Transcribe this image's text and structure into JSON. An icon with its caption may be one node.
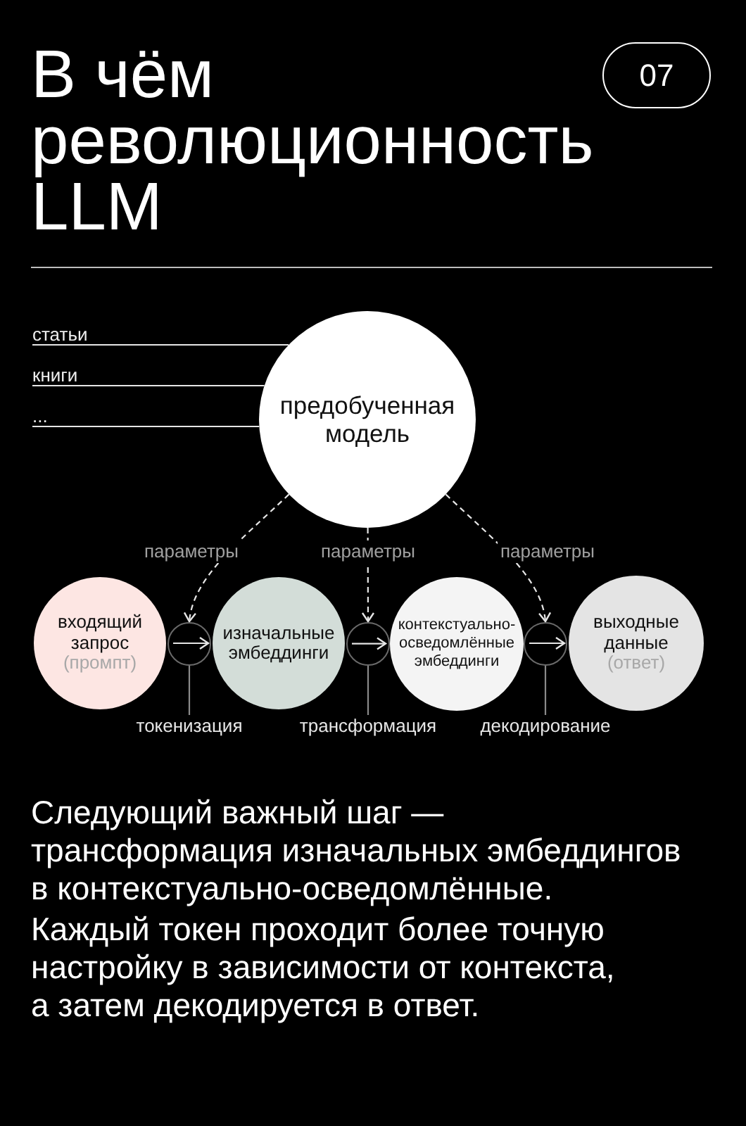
{
  "diagram": {
    "title": "В чём революционность LLM",
    "nodes": [
      {
        "text": [
          "07"
        ]
      },
      {
        "text": [
          "статьи"
        ]
      },
      {
        "text": [
          "книги"
        ]
      },
      {
        "text": [
          "..."
        ]
      },
      {
        "text": [
          "предобученная модель"
        ]
      },
      {
        "text": [
          "входящий запрос",
          "(промпт)"
        ]
      },
      {
        "text": [],
        "shape": "circle"
      },
      {
        "text": [
          "изначальные эмбеддинги"
        ]
      },
      {
        "text": [],
        "shape": "circle"
      },
      {
        "text": [
          "контекстуально-осведомлённые эмбеддинги"
        ]
      },
      {
        "text": [],
        "shape": "circle"
      },
      {
        "text": [
          "выходные данные",
          "(ответ)"
        ]
      },
      {
        "text": [
          "токенизация"
        ]
      },
      {
        "text": [
          "трансформация"
        ]
      },
      {
        "text": [
          "декодирование"
        ]
      }
    ],
    "edges": [
      {
        "from": 1,
        "to": 4,
        "arrow": "none"
      },
      {
        "from": 2,
        "to": 4,
        "arrow": "none"
      },
      {
        "from": 3,
        "to": 4,
        "arrow": "none"
      },
      {
        "from": 4,
        "to": 6,
        "arrow": "to",
        "style": "dashed",
        "label": "параметры"
      },
      {
        "from": 4,
        "to": 8,
        "arrow": "to",
        "style": "dashed",
        "label": "параметры"
      },
      {
        "from": 4,
        "to": 10,
        "arrow": "to",
        "style": "dashed",
        "label": "параметры"
      },
      {
        "from": 6,
        "to": 7,
        "arrow": "to"
      },
      {
        "from": 8,
        "to": 9,
        "arrow": "to"
      },
      {
        "from": 10,
        "to": 11,
        "arrow": "to"
      },
      {
        "from": 12,
        "to": 6,
        "arrow": "none",
        "color": "#8a8a8a"
      },
      {
        "from": 13,
        "to": 8,
        "arrow": "none",
        "color": "#8a8a8a"
      },
      {
        "from": 14,
        "to": 10,
        "arrow": "none",
        "color": "#8a8a8a"
      }
    ],
    "labels": [
      "Следующий важный шаг — трансформация изначальных эмбеддингов в контекстуально-осведомлённые.",
      "Каждый токен проходит более точную настройку в зависимости от контекста, а затем декодируется в ответ."
    ]
  }
}
